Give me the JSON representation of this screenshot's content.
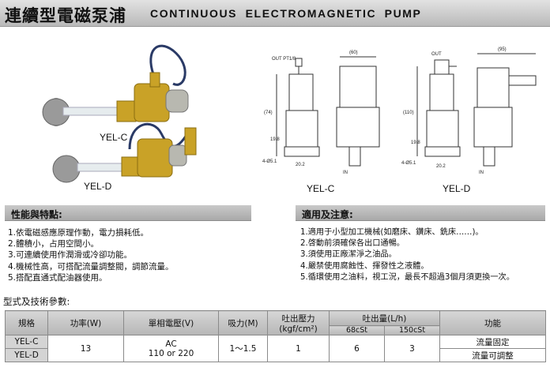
{
  "header": {
    "title_zh": "連續型電磁泵浦",
    "title_en": "CONTINUOUS ELECTROMAGNETIC PUMP"
  },
  "product_photo": {
    "labels": [
      "YEL-C",
      "YEL-D"
    ]
  },
  "drawing_c": {
    "out_label": "OUT PT1/8",
    "dim_width": "(60)",
    "dim_height": "(74)",
    "dim_a": "19.8",
    "dim_b": "20.2",
    "dim_hole": "4-Ø5.1",
    "in_label": "IN",
    "caption": "YEL-C"
  },
  "drawing_d": {
    "out_label": "OUT",
    "dim_width": "(95)",
    "dim_height": "(110)",
    "dim_a": "19.8",
    "dim_b": "20.2",
    "dim_hole": "4-Ø5.1",
    "in_label": "IN",
    "caption": "YEL-D"
  },
  "features": {
    "title": "性能與特點:",
    "items": [
      "1.依電磁感應原理作動，電力損耗低。",
      "2.體積小，占用空間小。",
      "3.可連續使用作潤滑或冷卻功能。",
      "4.機械性高，可搭配流量調整閥，調節流量。",
      "5.搭配直通式配油器使用。"
    ]
  },
  "applications": {
    "title": "適用及注意:",
    "items": [
      "1.適用于小型加工機械(如磨床、鑽床、銑床……)。",
      "2.啓動前須確保各出口通暢。",
      "3.須使用正廠潔淨之油品。",
      "4.嚴禁使用腐蝕性、揮發性之液體。",
      "5.循環使用之油料，視工況，最長不超過3個月須更換一次。"
    ]
  },
  "specs": {
    "title": "型式及技術參數:",
    "headers": {
      "model": "規格",
      "power": "功率(W)",
      "voltage": "單相電壓(V)",
      "suction": "吸力(M)",
      "pressure": "吐出壓力",
      "pressure_unit": "(kgf/cm²)",
      "flow": "吐出量(L/h)",
      "flow_68": "68cSt",
      "flow_150": "150cSt",
      "function": "功能"
    },
    "rows": [
      {
        "model": "YEL-C",
        "function": "流量固定"
      },
      {
        "model": "YEL-D",
        "function": "流量可調整"
      }
    ],
    "shared": {
      "power": "13",
      "voltage_1": "AC",
      "voltage_2": "110  or 220",
      "suction": "1～1.5",
      "pressure": "1",
      "flow_68": "6",
      "flow_150": "3"
    }
  },
  "colors": {
    "brass": "#c9a227",
    "metal": "#b8b8b0",
    "cable": "#2a3a66",
    "bar_gray": "#b5b5b5"
  }
}
